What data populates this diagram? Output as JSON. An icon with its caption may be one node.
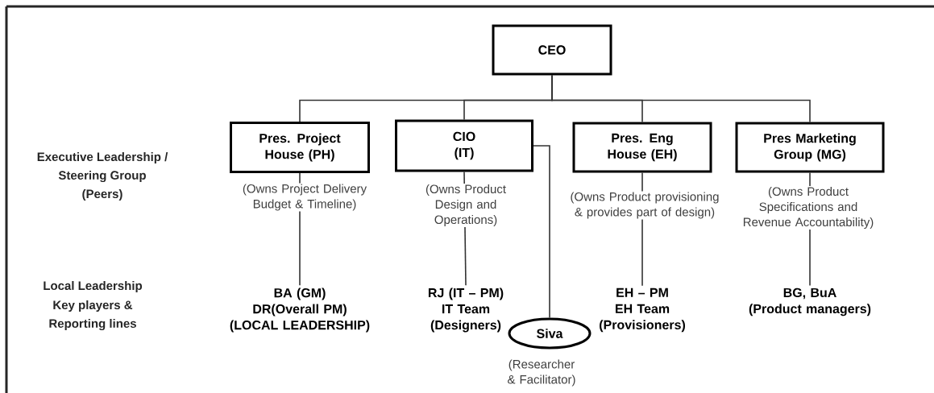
{
  "diagram": {
    "nodes": [
      {
        "text": [
          "CEO"
        ]
      },
      {
        "text": [
          "Pres. Project House (PH)",
          "(Owns Project Delivery Budget & Timeline)"
        ]
      },
      {
        "text": [
          "CIO (IT)",
          "(Owns Product Design and Operations)"
        ]
      },
      {
        "text": [
          "Pres. Eng House (EH)",
          "(Owns Product provisioning & provides part of design)"
        ]
      },
      {
        "text": [
          "Pres Marketing Group (MG)",
          "(Owns Product Specifications and Revenue Accountability)"
        ]
      },
      {
        "text": [
          "BA (GM)",
          "DR(Overall PM)",
          "(LOCAL LEADERSHIP)"
        ]
      },
      {
        "text": [
          "RJ (IT – PM)",
          "IT Team",
          "(Designers)"
        ]
      },
      {
        "text": [
          "Siva",
          "(Researcher & Facilitator)"
        ]
      },
      {
        "text": [
          "EH – PM",
          "EH Team",
          "(Provisioners)"
        ]
      },
      {
        "text": [
          "BG, BuA",
          "(Product managers)"
        ]
      }
    ],
    "edges": [
      {
        "from": 0,
        "to": 1,
        "arrow": "none"
      },
      {
        "from": 0,
        "to": 2,
        "arrow": "none"
      },
      {
        "from": 0,
        "to": 3,
        "arrow": "none"
      },
      {
        "from": 0,
        "to": 4,
        "arrow": "none"
      },
      {
        "from": 1,
        "to": 5,
        "arrow": "none"
      },
      {
        "from": 2,
        "to": 6,
        "arrow": "none"
      },
      {
        "from": 2,
        "to": 7,
        "arrow": "none"
      },
      {
        "from": 3,
        "to": 8,
        "arrow": "none"
      },
      {
        "from": 4,
        "to": 9,
        "arrow": "none"
      }
    ],
    "labels": [
      "Executive Leadership /",
      "Steering Group",
      "(Peers)",
      "Local Leadership",
      "Key players &",
      "Reporting lines"
    ]
  }
}
